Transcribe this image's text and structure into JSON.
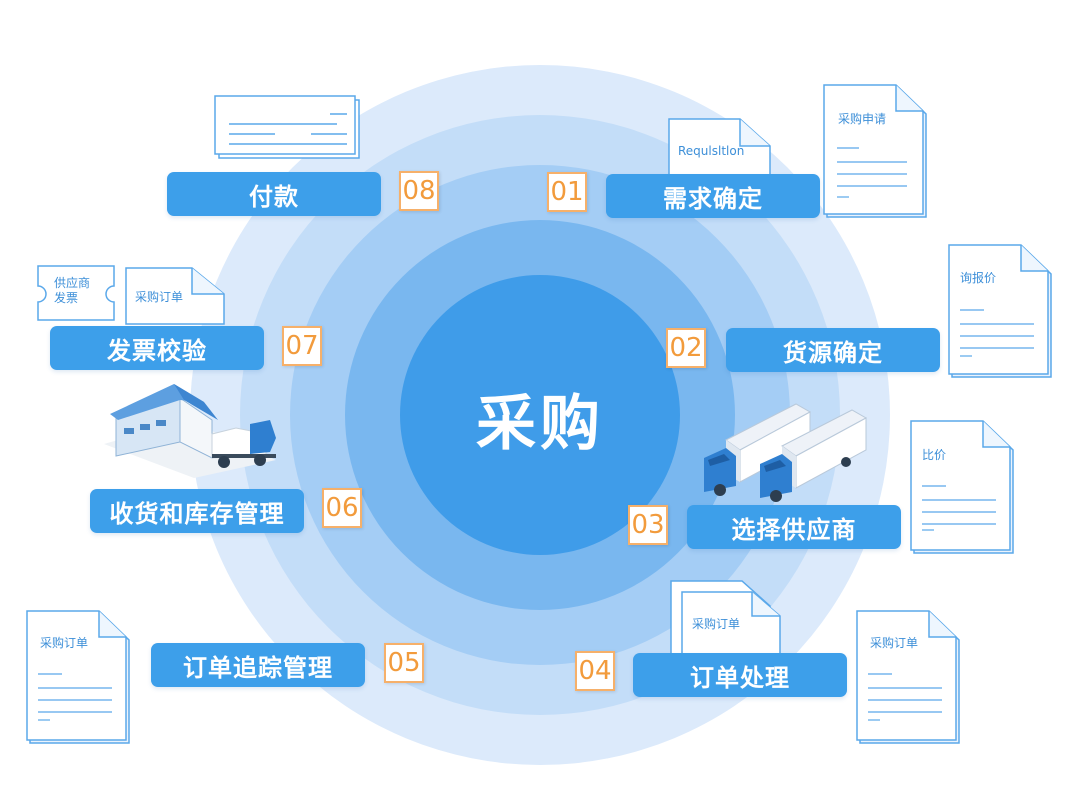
{
  "center": {
    "label": "采购"
  },
  "steps": [
    {
      "num": "01",
      "label": "需求确定"
    },
    {
      "num": "02",
      "label": "货源确定"
    },
    {
      "num": "03",
      "label": "选择供应商"
    },
    {
      "num": "04",
      "label": "订单处理"
    },
    {
      "num": "05",
      "label": "订单追踪管理"
    },
    {
      "num": "06",
      "label": "收货和库存管理"
    },
    {
      "num": "07",
      "label": "发票校验"
    },
    {
      "num": "08",
      "label": "付款"
    }
  ],
  "documents": {
    "requisition": "Requlsltlon",
    "purchase_request": "采购申请",
    "inquiry": "询报价",
    "compare": "比价",
    "po_front": "采购订单",
    "po_right": "采购订单",
    "po_left": "采购订单",
    "invoice_supplier": "供应商\n发票",
    "invoice_po": "采购订单"
  },
  "colors": {
    "accent": "#3d9fea",
    "number_text": "#f29b3c",
    "number_border": "#f6b06a",
    "ring_outer": "#dbeafb",
    "ring_inner": "#3c9be9"
  }
}
